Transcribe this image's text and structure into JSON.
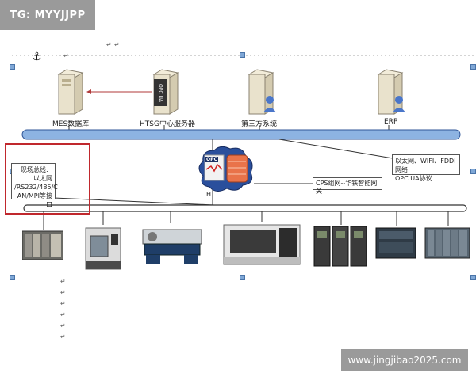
{
  "watermark_top": "TG: MYYJJPP",
  "watermark_bottom": "www.jingjibao2025.com",
  "servers": {
    "mes": "MES数据库",
    "htsg": "HTSG中心服务器",
    "third_party": "第三方系统",
    "erp": "ERP",
    "opc_ua_badge": "OPC UA"
  },
  "notes": {
    "fieldbus": [
      "现场总线:",
      "以太网",
      "/RS232/485/C",
      "AN/MPI等接口"
    ],
    "network": [
      "以太网、WIFI、FDDI网络",
      "OPC UA协议"
    ],
    "gateway": "CPS组网--华铁智能网关",
    "gateway_badge": "OPC",
    "gateway_sub": "H"
  },
  "colors": {
    "bus_fill": "#8db3e2",
    "bus_stroke": "#2f5597",
    "highlight": "#c0282d",
    "watermark_bg": "#9a9a9a"
  },
  "marks": {
    "anchor": "⚓",
    "return": "↵"
  }
}
